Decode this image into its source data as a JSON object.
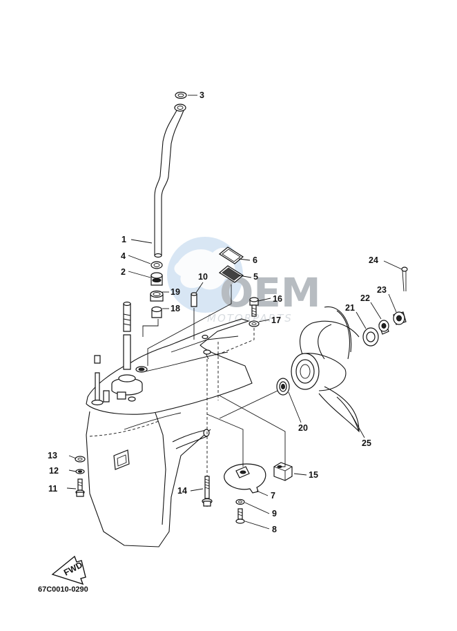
{
  "diagram": {
    "drawing_code": "67C0010-0290",
    "watermark": {
      "brand": "OEM",
      "subtitle": "MOTORPARTS"
    },
    "fwd_label": "FWD",
    "callouts": [
      {
        "id": "1",
        "part": "water-tube"
      },
      {
        "id": "2",
        "part": "grommet"
      },
      {
        "id": "3",
        "part": "seal"
      },
      {
        "id": "4",
        "part": "seal-ring"
      },
      {
        "id": "5",
        "part": "rubber-seal"
      },
      {
        "id": "6",
        "part": "rubber-seal"
      },
      {
        "id": "7",
        "part": "trim-tab"
      },
      {
        "id": "8",
        "part": "bolt"
      },
      {
        "id": "9",
        "part": "washer"
      },
      {
        "id": "10",
        "part": "dowel-pin"
      },
      {
        "id": "11",
        "part": "bolt"
      },
      {
        "id": "12",
        "part": "washer"
      },
      {
        "id": "13",
        "part": "washer"
      },
      {
        "id": "14",
        "part": "bolt"
      },
      {
        "id": "15",
        "part": "anode"
      },
      {
        "id": "16",
        "part": "bolt"
      },
      {
        "id": "17",
        "part": "washer"
      },
      {
        "id": "18",
        "part": "collar"
      },
      {
        "id": "19",
        "part": "grommet"
      },
      {
        "id": "20",
        "part": "spacer"
      },
      {
        "id": "21",
        "part": "washer"
      },
      {
        "id": "22",
        "part": "washer"
      },
      {
        "id": "23",
        "part": "nut"
      },
      {
        "id": "24",
        "part": "cotter-pin"
      },
      {
        "id": "25",
        "part": "propeller"
      }
    ]
  }
}
